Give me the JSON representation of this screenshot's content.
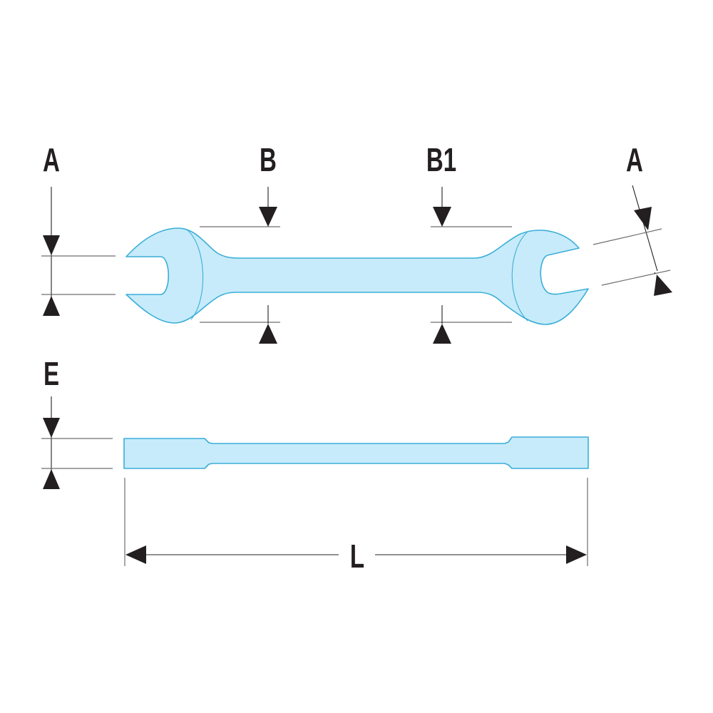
{
  "labels": {
    "a_left": "A",
    "b": "B",
    "b1": "B1",
    "a_right": "A",
    "e": "E",
    "l": "L"
  },
  "colors": {
    "wrench_fill": "#c7ebfa",
    "wrench_stroke": "#3aaed8",
    "dimension": "#231f20"
  }
}
